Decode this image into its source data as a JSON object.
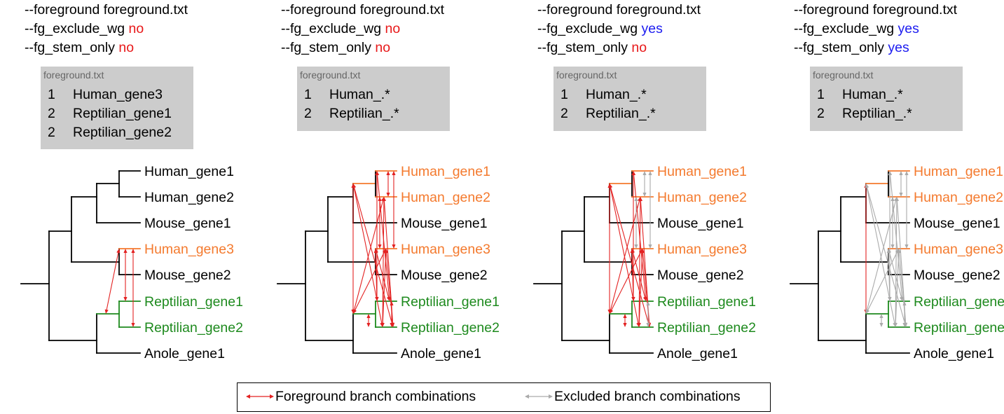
{
  "colors": {
    "no": "#e8191a",
    "yes": "#1c1cf0",
    "foreground": "#f47a2e",
    "reptilian": "#1e8a1e",
    "fg_arrow": "#e32222",
    "excluded_arrow": "#aaaaaa",
    "box": "#cccccc"
  },
  "leaves": [
    "Human_gene1",
    "Human_gene2",
    "Mouse_gene1",
    "Human_gene3",
    "Mouse_gene2",
    "Reptilian_gene1",
    "Reptilian_gene2",
    "Anole_gene1"
  ],
  "panels": [
    {
      "foreground_option": "--foreground foreground.txt",
      "exclude_option": "--fg_exclude_wg",
      "exclude_value": "no",
      "stem_option": "--fg_stem_only",
      "stem_value": "no",
      "box_title": "foreground.txt",
      "box_rows": [
        {
          "group": "1",
          "pattern": "Human_gene3"
        },
        {
          "group": "2",
          "pattern": "Reptilian_gene1"
        },
        {
          "group": "2",
          "pattern": "Reptilian_gene2"
        }
      ],
      "leaf_colors": [
        "black",
        "black",
        "black",
        "orange",
        "black",
        "green",
        "green",
        "black"
      ]
    },
    {
      "foreground_option": "--foreground foreground.txt",
      "exclude_option": "--fg_exclude_wg",
      "exclude_value": "no",
      "stem_option": "--fg_stem_only",
      "stem_value": "no",
      "box_title": "foreground.txt",
      "box_rows": [
        {
          "group": "1",
          "pattern": "Human_.*"
        },
        {
          "group": "2",
          "pattern": "Reptilian_.*"
        }
      ],
      "leaf_colors": [
        "orange",
        "orange",
        "black",
        "orange",
        "black",
        "green",
        "green",
        "black"
      ]
    },
    {
      "foreground_option": "--foreground foreground.txt",
      "exclude_option": "--fg_exclude_wg",
      "exclude_value": "yes",
      "stem_option": "--fg_stem_only",
      "stem_value": "no",
      "box_title": "foreground.txt",
      "box_rows": [
        {
          "group": "1",
          "pattern": "Human_.*"
        },
        {
          "group": "2",
          "pattern": "Reptilian_.*"
        }
      ],
      "leaf_colors": [
        "orange",
        "orange",
        "black",
        "orange",
        "black",
        "green",
        "green",
        "black"
      ]
    },
    {
      "foreground_option": "--foreground foreground.txt",
      "exclude_option": "--fg_exclude_wg",
      "exclude_value": "yes",
      "stem_option": "--fg_stem_only",
      "stem_value": "yes",
      "box_title": "foreground.txt",
      "box_rows": [
        {
          "group": "1",
          "pattern": "Human_.*"
        },
        {
          "group": "2",
          "pattern": "Reptilian_.*"
        }
      ],
      "leaf_colors": [
        "orange",
        "orange",
        "black",
        "orange",
        "black",
        "green",
        "green",
        "black"
      ]
    }
  ],
  "legend": {
    "foreground_label": "Foreground branch combinations",
    "excluded_label": "Excluded branch combinations"
  }
}
